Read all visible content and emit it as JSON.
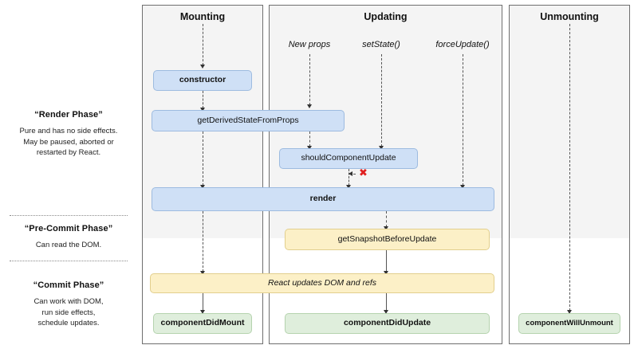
{
  "phases": [
    {
      "id": "render-phase",
      "title": "“Render Phase”",
      "desc": "Pure and has no side effects.\nMay be paused, aborted or\nrestarted by React."
    },
    {
      "id": "pre-commit-phase",
      "title": "“Pre-Commit Phase”",
      "desc": "Can read the DOM."
    },
    {
      "id": "commit-phase",
      "title": "“Commit Phase”",
      "desc": "Can work with DOM,\nrun side effects,\nschedule updates."
    }
  ],
  "columns": [
    {
      "id": "mounting",
      "title": "Mounting"
    },
    {
      "id": "updating",
      "title": "Updating"
    },
    {
      "id": "unmounting",
      "title": "Unmounting"
    }
  ],
  "triggers": [
    {
      "id": "new-props",
      "label": "New props"
    },
    {
      "id": "set-state",
      "label": "setState()"
    },
    {
      "id": "force-update",
      "label": "forceUpdate()"
    }
  ],
  "boxes": {
    "constructor": "constructor",
    "get_derived_state_from_props": "getDerivedStateFromProps",
    "should_component_update": "shouldComponentUpdate",
    "render": "render",
    "get_snapshot_before_update": "getSnapshotBeforeUpdate",
    "react_updates_dom": "React updates DOM and refs",
    "component_did_mount": "componentDidMount",
    "component_did_update": "componentDidUpdate",
    "component_will_unmount": "componentWillUnmount"
  },
  "markers": {
    "skip_render_x": "✖"
  },
  "colors": {
    "blue_fill": "#cfe0f6",
    "blue_border": "#9dbbe0",
    "yellow_fill": "#fcf0c7",
    "yellow_border": "#e2cf8d",
    "green_fill": "#dfeedc",
    "green_border": "#b5d3ae",
    "panel_gray": "#f4f4f4",
    "panel_border": "#6f6f6f",
    "marker_red": "#e02020"
  }
}
